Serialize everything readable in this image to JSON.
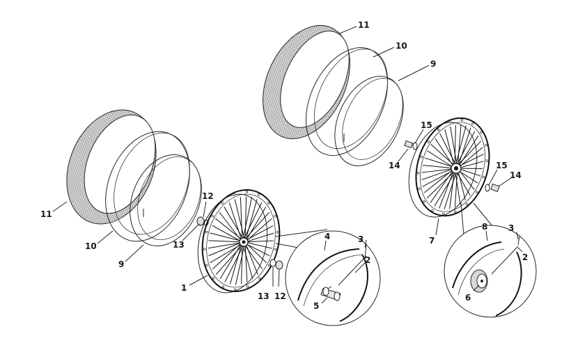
{
  "callouts": {
    "c1": "1",
    "c2a": "2",
    "c2b": "2",
    "c3a": "3",
    "c3b": "3",
    "c4": "4",
    "c5": "5",
    "c6": "6",
    "c7": "7",
    "c8": "8",
    "c9a": "9",
    "c9b": "9",
    "c10a": "10",
    "c10b": "10",
    "c11a": "11",
    "c11b": "11",
    "c12a": "12",
    "c12b": "12",
    "c13a": "13",
    "c13b": "13",
    "c14a": "14",
    "c14b": "14",
    "c15a": "15",
    "c15b": "15"
  },
  "colors": {
    "line": "#222222",
    "tread": "#cfcfcf",
    "background": "#ffffff"
  }
}
